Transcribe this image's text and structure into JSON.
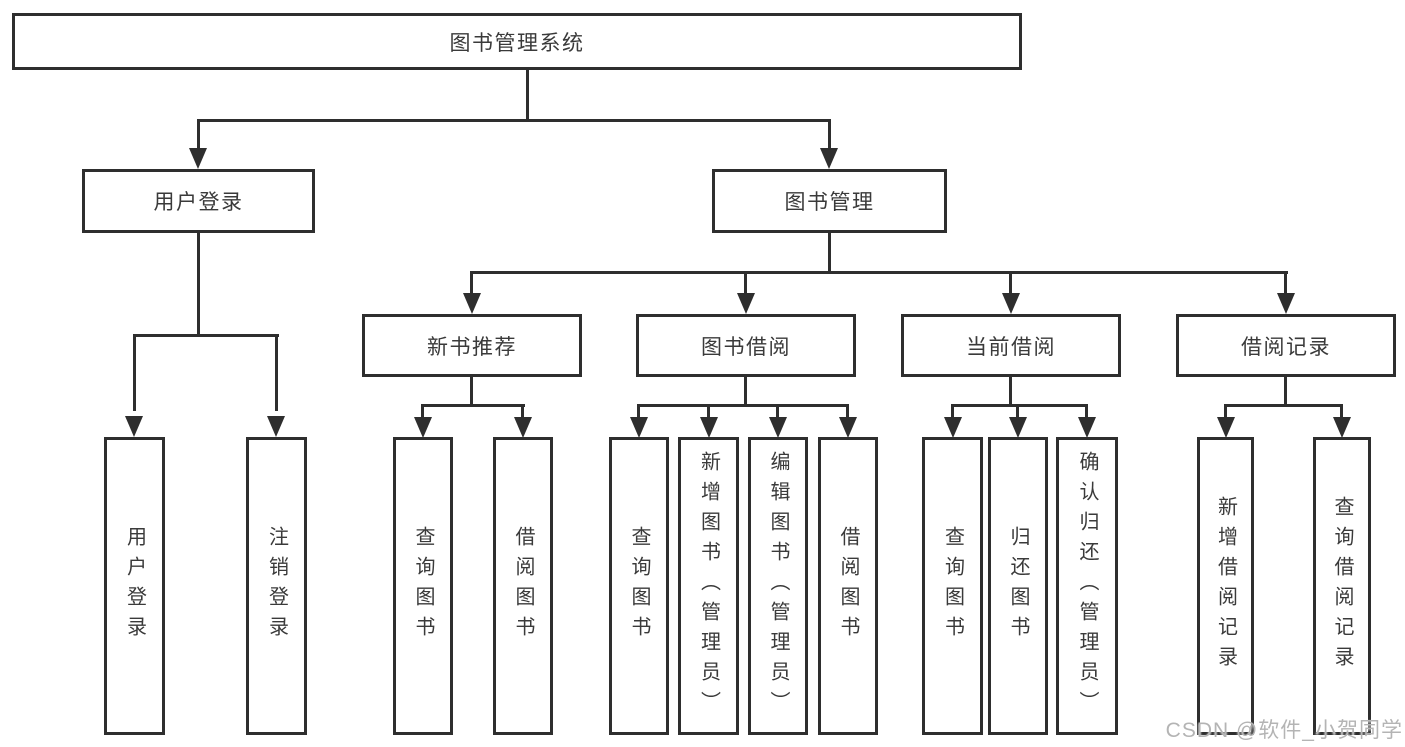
{
  "colors": {
    "line": "#2e2e2e",
    "text": "#3a3a3a",
    "background": "#ffffff",
    "watermark_text": "#b4b4b4"
  },
  "root": {
    "label": "图书管理系统"
  },
  "user_branch": {
    "label": "用户登录",
    "children": [
      "用户登录",
      "注销登录"
    ]
  },
  "book_branch": {
    "label": "图书管理",
    "sections": [
      {
        "label": "新书推荐",
        "children": [
          "查询图书",
          "借阅图书"
        ]
      },
      {
        "label": "图书借阅",
        "children": [
          "查询图书",
          "新增图书（管理员）",
          "编辑图书（管理员）",
          "借阅图书"
        ]
      },
      {
        "label": "当前借阅",
        "children": [
          "查询图书",
          "归还图书",
          "确认归还（管理员）"
        ]
      },
      {
        "label": "借阅记录",
        "children": [
          "新增借阅记录",
          "查询借阅记录"
        ]
      }
    ]
  },
  "watermark": {
    "text": "CSDN @软件_小贺同学"
  }
}
